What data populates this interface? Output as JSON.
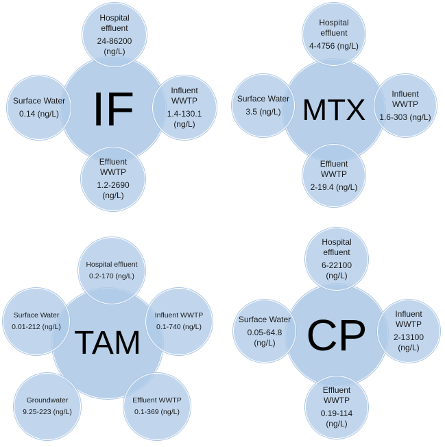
{
  "diagrams": [
    {
      "center": "IF",
      "satellites": [
        {
          "name": "Hospital effluent",
          "value": "24-86200 (ng/L)"
        },
        {
          "name": "Influent WWTP",
          "value": "1.4-130.1 (ng/L)"
        },
        {
          "name": "Effluent WWTP",
          "value": "1.2-2690 (ng/L)"
        },
        {
          "name": "Surface Water",
          "value": "0.14 (ng/L)"
        }
      ]
    },
    {
      "center": "MTX",
      "satellites": [
        {
          "name": "Hospital effluent",
          "value": "4-4756 (ng/L)"
        },
        {
          "name": "Influent WWTP",
          "value": "1.6-303 (ng/L)"
        },
        {
          "name": "Effluent WWTP",
          "value": "2-19.4 (ng/L)"
        },
        {
          "name": "Surface Water",
          "value": "3.5 (ng/L)"
        }
      ]
    },
    {
      "center": "TAM",
      "satellites": [
        {
          "name": "Hospital effluent",
          "value": "0.2-170 (ng/L)"
        },
        {
          "name": "Influent WWTP",
          "value": "0.1-740 (ng/L)"
        },
        {
          "name": "Effluent WWTP",
          "value": "0.1-369 (ng/L)"
        },
        {
          "name": "Groundwater",
          "value": "9.25-223 (ng/L)"
        },
        {
          "name": "Surface Water",
          "value": "0.01-212 (ng/L)"
        }
      ]
    },
    {
      "center": "CP",
      "satellites": [
        {
          "name": "Hospital effluent",
          "value": "6-22100 (ng/L)"
        },
        {
          "name": "Influent WWTP",
          "value": "2-13100 (ng/L)"
        },
        {
          "name": "Effluent WWTP",
          "value": "0.19-114 (ng/L)"
        },
        {
          "name": "Surface Water",
          "value": "0.05-64.8 (ng/L)"
        }
      ]
    }
  ]
}
